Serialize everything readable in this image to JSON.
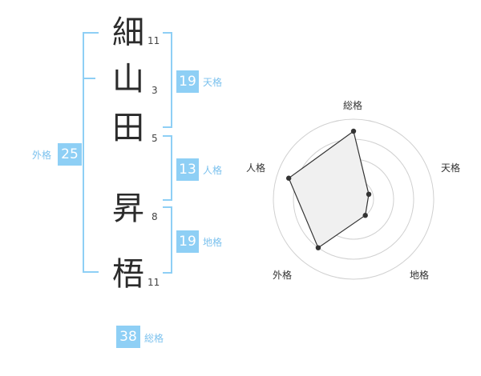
{
  "name": {
    "chars": [
      {
        "char": "細",
        "strokes": "11"
      },
      {
        "char": "山",
        "strokes": "3"
      },
      {
        "char": "田",
        "strokes": "5"
      },
      {
        "char": "昇",
        "strokes": "8"
      },
      {
        "char": "梧",
        "strokes": "11"
      }
    ]
  },
  "kakaku": {
    "tenkaku": {
      "label": "天格",
      "value": "19"
    },
    "jinkaku": {
      "label": "人格",
      "value": "13"
    },
    "chikaku": {
      "label": "地格",
      "value": "19"
    },
    "gaikaku": {
      "label": "外格",
      "value": "25"
    },
    "soukaku": {
      "label": "総格",
      "value": "38"
    }
  },
  "chart_data": {
    "type": "radar",
    "axes": [
      "総格",
      "天格",
      "地格",
      "外格",
      "人格"
    ],
    "values": [
      0.85,
      0.2,
      0.25,
      0.75,
      0.85
    ],
    "max": 1,
    "rings": 4,
    "colors": {
      "fill": "#f0f0f0",
      "line": "#333333",
      "grid": "#d0d0d0",
      "accent": "#8ecff5"
    }
  }
}
